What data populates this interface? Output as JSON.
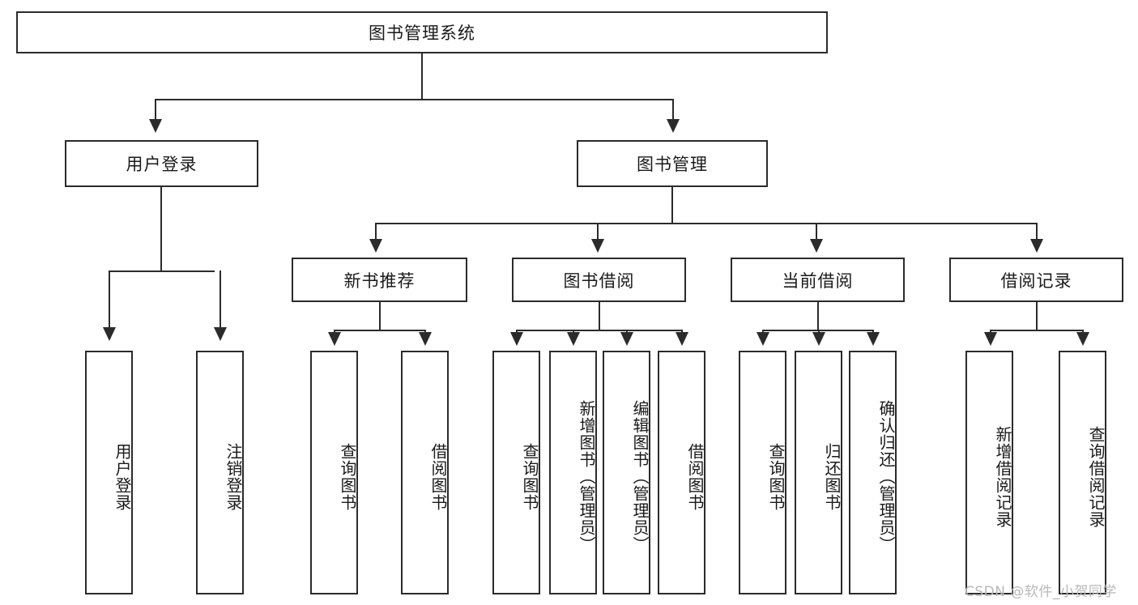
{
  "diagram": {
    "type": "tree-hierarchy-chart",
    "title_node": {
      "label": "图书管理系统"
    },
    "level2": [
      {
        "id": "user-login",
        "label": "用户登录"
      },
      {
        "id": "book-management",
        "label": "图书管理"
      }
    ],
    "level3": [
      {
        "id": "new-book-recommend",
        "label": "新书推荐"
      },
      {
        "id": "book-borrow",
        "label": "图书借阅"
      },
      {
        "id": "current-borrow",
        "label": "当前借阅"
      },
      {
        "id": "borrow-record",
        "label": "借阅记录"
      }
    ],
    "leaves": {
      "user_login": [
        {
          "id": "leaf-user-login",
          "label": "用户登录"
        },
        {
          "id": "leaf-logout-login",
          "label": "注销登录"
        }
      ],
      "new_book_recommend": [
        {
          "id": "leaf-query-book-1",
          "label": "查询图书"
        },
        {
          "id": "leaf-borrow-book-1",
          "label": "借阅图书"
        }
      ],
      "book_borrow": [
        {
          "id": "leaf-query-book-2",
          "label": "查询图书"
        },
        {
          "id": "leaf-add-book",
          "label": "新增图书（管理员）"
        },
        {
          "id": "leaf-edit-book",
          "label": "编辑图书（管理员）"
        },
        {
          "id": "leaf-borrow-book-2",
          "label": "借阅图书"
        }
      ],
      "current_borrow": [
        {
          "id": "leaf-query-book-3",
          "label": "查询图书"
        },
        {
          "id": "leaf-return-book",
          "label": "归还图书"
        },
        {
          "id": "leaf-confirm-return",
          "label": "确认归还（管理员）"
        }
      ],
      "borrow_record": [
        {
          "id": "leaf-add-record",
          "label": "新增借阅记录"
        },
        {
          "id": "leaf-query-record",
          "label": "查询借阅记录"
        }
      ]
    },
    "watermark": "CSDN @软件_小贺同学",
    "colors": {
      "stroke": "#2b2b2b",
      "fill": "#ffffff",
      "text": "#1a1a1a",
      "watermark": "#b8b8b8"
    }
  }
}
